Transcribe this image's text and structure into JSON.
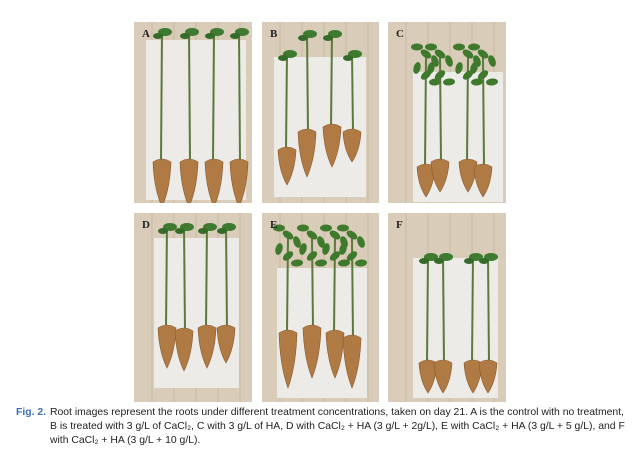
{
  "figure": {
    "panels": [
      {
        "label": "A"
      },
      {
        "label": "B"
      },
      {
        "label": "C"
      },
      {
        "label": "D"
      },
      {
        "label": "E"
      },
      {
        "label": "F"
      }
    ],
    "caption": {
      "number": "Fig. 2.",
      "text": "Root images represent the roots under different treatment concentrations, taken on day 21. A is the control with no treatment, B is treated with 3 g/L of CaCl₂, C with 3 g/L of HA, D with CaCl₂ + HA (3 g/L + 2g/L), E with CaCl₂ + HA (3 g/L + 5 g/L), and F with CaCl₂ + HA (3 g/L + 10 g/L)."
    }
  }
}
